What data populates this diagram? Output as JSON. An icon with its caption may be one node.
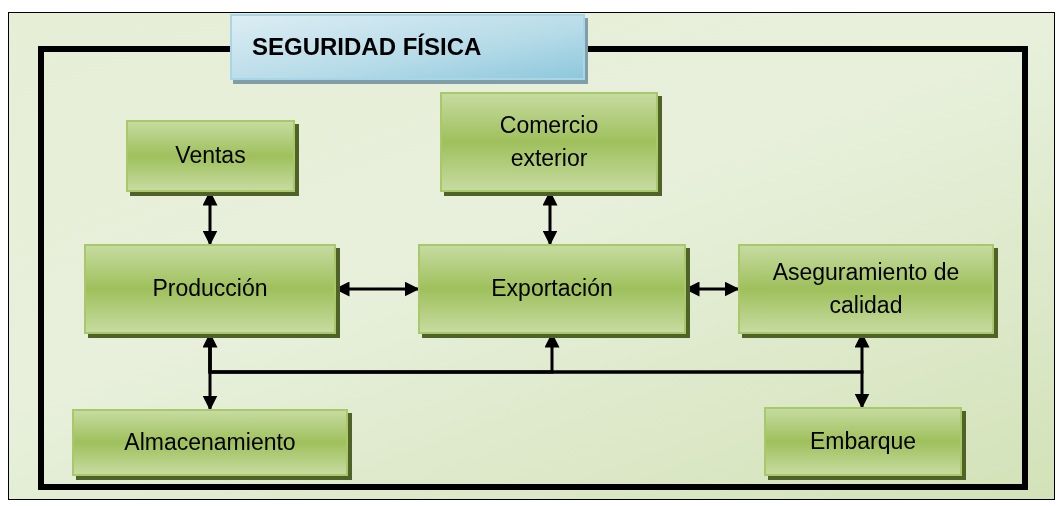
{
  "diagram": {
    "nodes": [
      {
        "text": [
          "SEGURIDAD FÍSICA"
        ]
      },
      {
        "text": [
          "Ventas"
        ],
        "in": 0
      },
      {
        "text": [
          "Comercio exterior"
        ],
        "in": 0
      },
      {
        "text": [
          "Producción"
        ],
        "in": 0
      },
      {
        "text": [
          "Exportación"
        ],
        "in": 0
      },
      {
        "text": [
          "Aseguramiento de calidad"
        ],
        "in": 0
      },
      {
        "text": [
          "Almacenamiento"
        ],
        "in": 0
      },
      {
        "text": [
          "Embarque"
        ],
        "in": 0
      }
    ],
    "edges": [
      {
        "from": 1,
        "to": 3,
        "arrow": "both"
      },
      {
        "from": 2,
        "to": 4,
        "arrow": "both"
      },
      {
        "from": 3,
        "to": 4,
        "arrow": "both"
      },
      {
        "from": 4,
        "to": 5,
        "arrow": "both"
      },
      {
        "from": 3,
        "to": 6,
        "arrow": "both"
      },
      {
        "from": 3,
        "to": 4,
        "arrow": "to"
      },
      {
        "from": 3,
        "to": 5,
        "arrow": "to"
      },
      {
        "from": 3,
        "to": 7,
        "arrow": "to"
      }
    ]
  }
}
